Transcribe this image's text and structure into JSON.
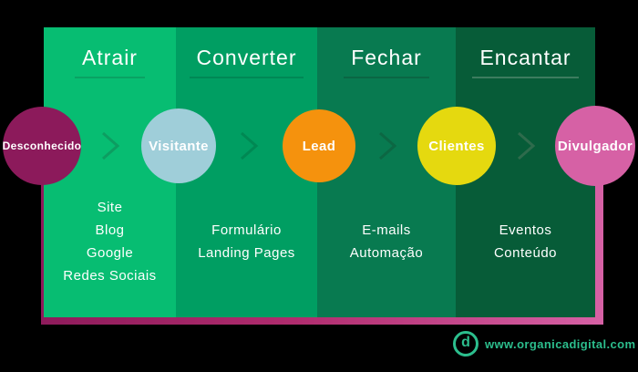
{
  "background": "#000000",
  "stages": [
    {
      "title": "Atrair",
      "bg": "#07BD72",
      "underline_color": "#0AA263",
      "arrow_color": "#0D9D61",
      "items": [
        "Site",
        "Blog",
        "Google",
        "Redes Sociais"
      ]
    },
    {
      "title": "Converter",
      "bg": "#009E62",
      "underline_color": "#008855",
      "arrow_color": "#008853",
      "items": [
        "Formulário",
        "Landing Pages"
      ]
    },
    {
      "title": "Fechar",
      "bg": "#087A50",
      "underline_color": "#0B6644",
      "arrow_color": "#0C6743",
      "items": [
        "E-mails",
        "Automação"
      ]
    },
    {
      "title": "Encantar",
      "bg": "#075C38",
      "underline_color": "#3D7C5F",
      "arrow_color": "#2E6B4C",
      "items": [
        "Eventos",
        "Conteúdo"
      ]
    }
  ],
  "circles": [
    {
      "label": "Desconhecido",
      "color": "#8C1A5B"
    },
    {
      "label": "Visitante",
      "color": "#9FCED9"
    },
    {
      "label": "Lead",
      "color": "#F5920D"
    },
    {
      "label": "Clientes",
      "color": "#E5D90F"
    },
    {
      "label": "Divulgador",
      "color": "#D661A5"
    }
  ],
  "frame": {
    "gradient_start": "#8E1B5B",
    "gradient_mid": "#B02C6E",
    "gradient_end": "#D661A5"
  },
  "footer": {
    "logo_letter": "d",
    "website": "www.organicadigital.com",
    "color": "#2CBE8D"
  }
}
